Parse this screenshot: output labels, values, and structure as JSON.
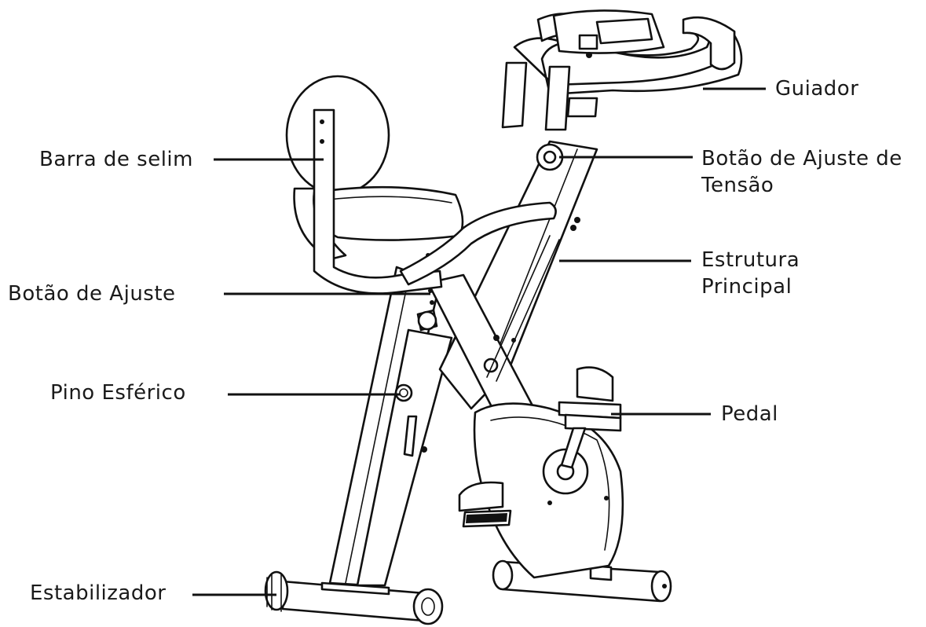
{
  "labels": {
    "guiador": "Guiador",
    "barra_selim": "Barra de selim",
    "botao_tensao_l1": "Botão de Ajuste de",
    "botao_tensao_l2": "Tensão",
    "estrutura_l1": "Estrutura",
    "estrutura_l2": "Principal",
    "botao_ajuste": "Botão de Ajuste",
    "pino": "Pino Esférico",
    "pedal": "Pedal",
    "estabilizador": "Estabilizador"
  },
  "colors": {
    "ink": "#111111",
    "background": "#ffffff"
  }
}
